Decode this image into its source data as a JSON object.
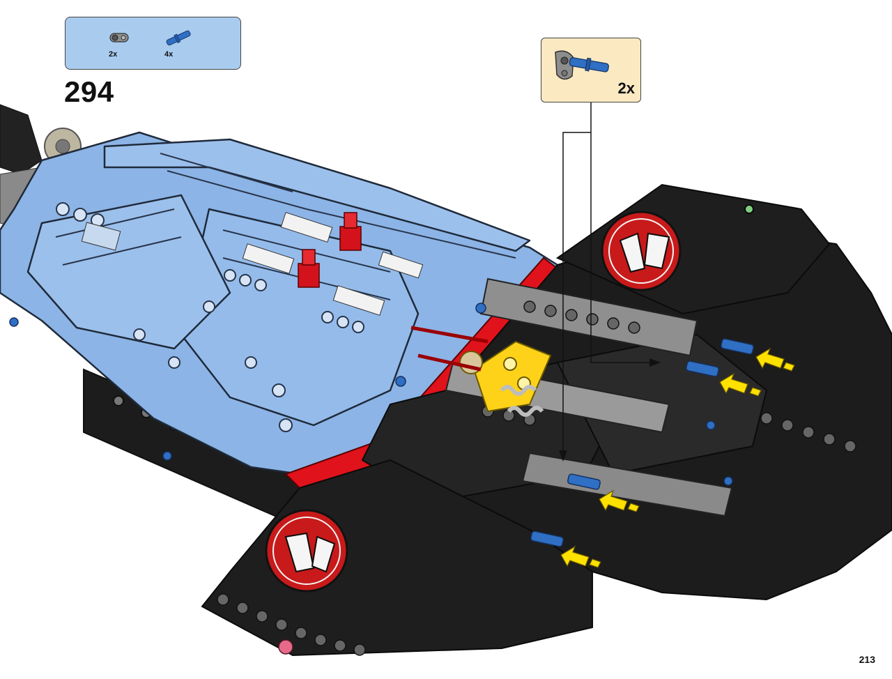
{
  "step": {
    "number": "294"
  },
  "parts_list": {
    "items": [
      {
        "icon": "connector-piece-icon",
        "count": "2x"
      },
      {
        "icon": "axle-pin-icon",
        "count": "4x"
      }
    ]
  },
  "callout": {
    "count": "2x",
    "icon": "pin-connector-subassembly-icon"
  },
  "page": {
    "number": "213"
  },
  "colors": {
    "parts_box": "#a9ccee",
    "callout_box": "#fbe9c2",
    "model_blue": "#8cb4e6",
    "model_black": "#1c1c1c",
    "model_red": "#e0121b",
    "model_gray": "#9a9a9a",
    "part_blue": "#2f6fc4",
    "arrow_yellow": "#ffe100"
  }
}
